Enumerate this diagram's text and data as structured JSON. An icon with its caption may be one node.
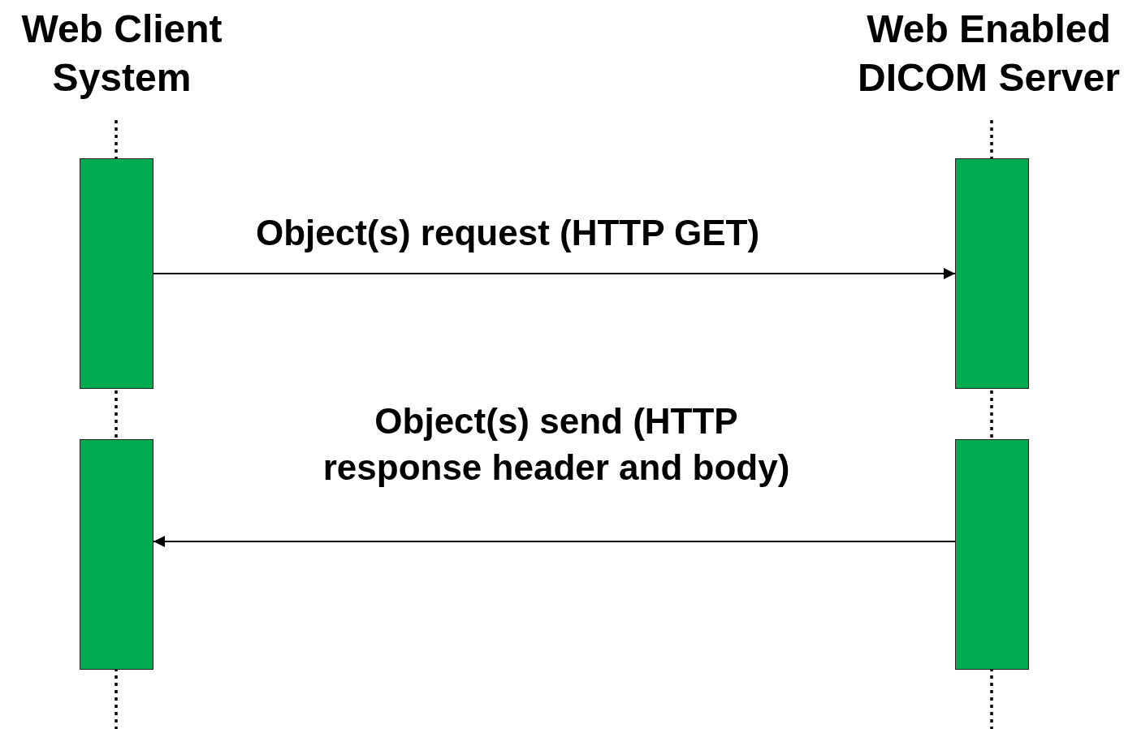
{
  "diagram": {
    "nodes": [
      {
        "text": [
          "Web Client System"
        ]
      },
      {
        "text": [
          "Web Enabled DICOM Server"
        ]
      },
      {
        "text": [],
        "shape": "box"
      },
      {
        "text": [],
        "shape": "box"
      },
      {
        "text": [],
        "shape": "box"
      },
      {
        "text": [],
        "shape": "box"
      }
    ],
    "edges": [
      {
        "from": 2,
        "to": 3,
        "arrow": "to",
        "label": "Object(s) request (HTTP GET)"
      },
      {
        "from": 5,
        "to": 4,
        "arrow": "to",
        "label": "Object(s) send (HTTP response header and body)"
      }
    ]
  }
}
